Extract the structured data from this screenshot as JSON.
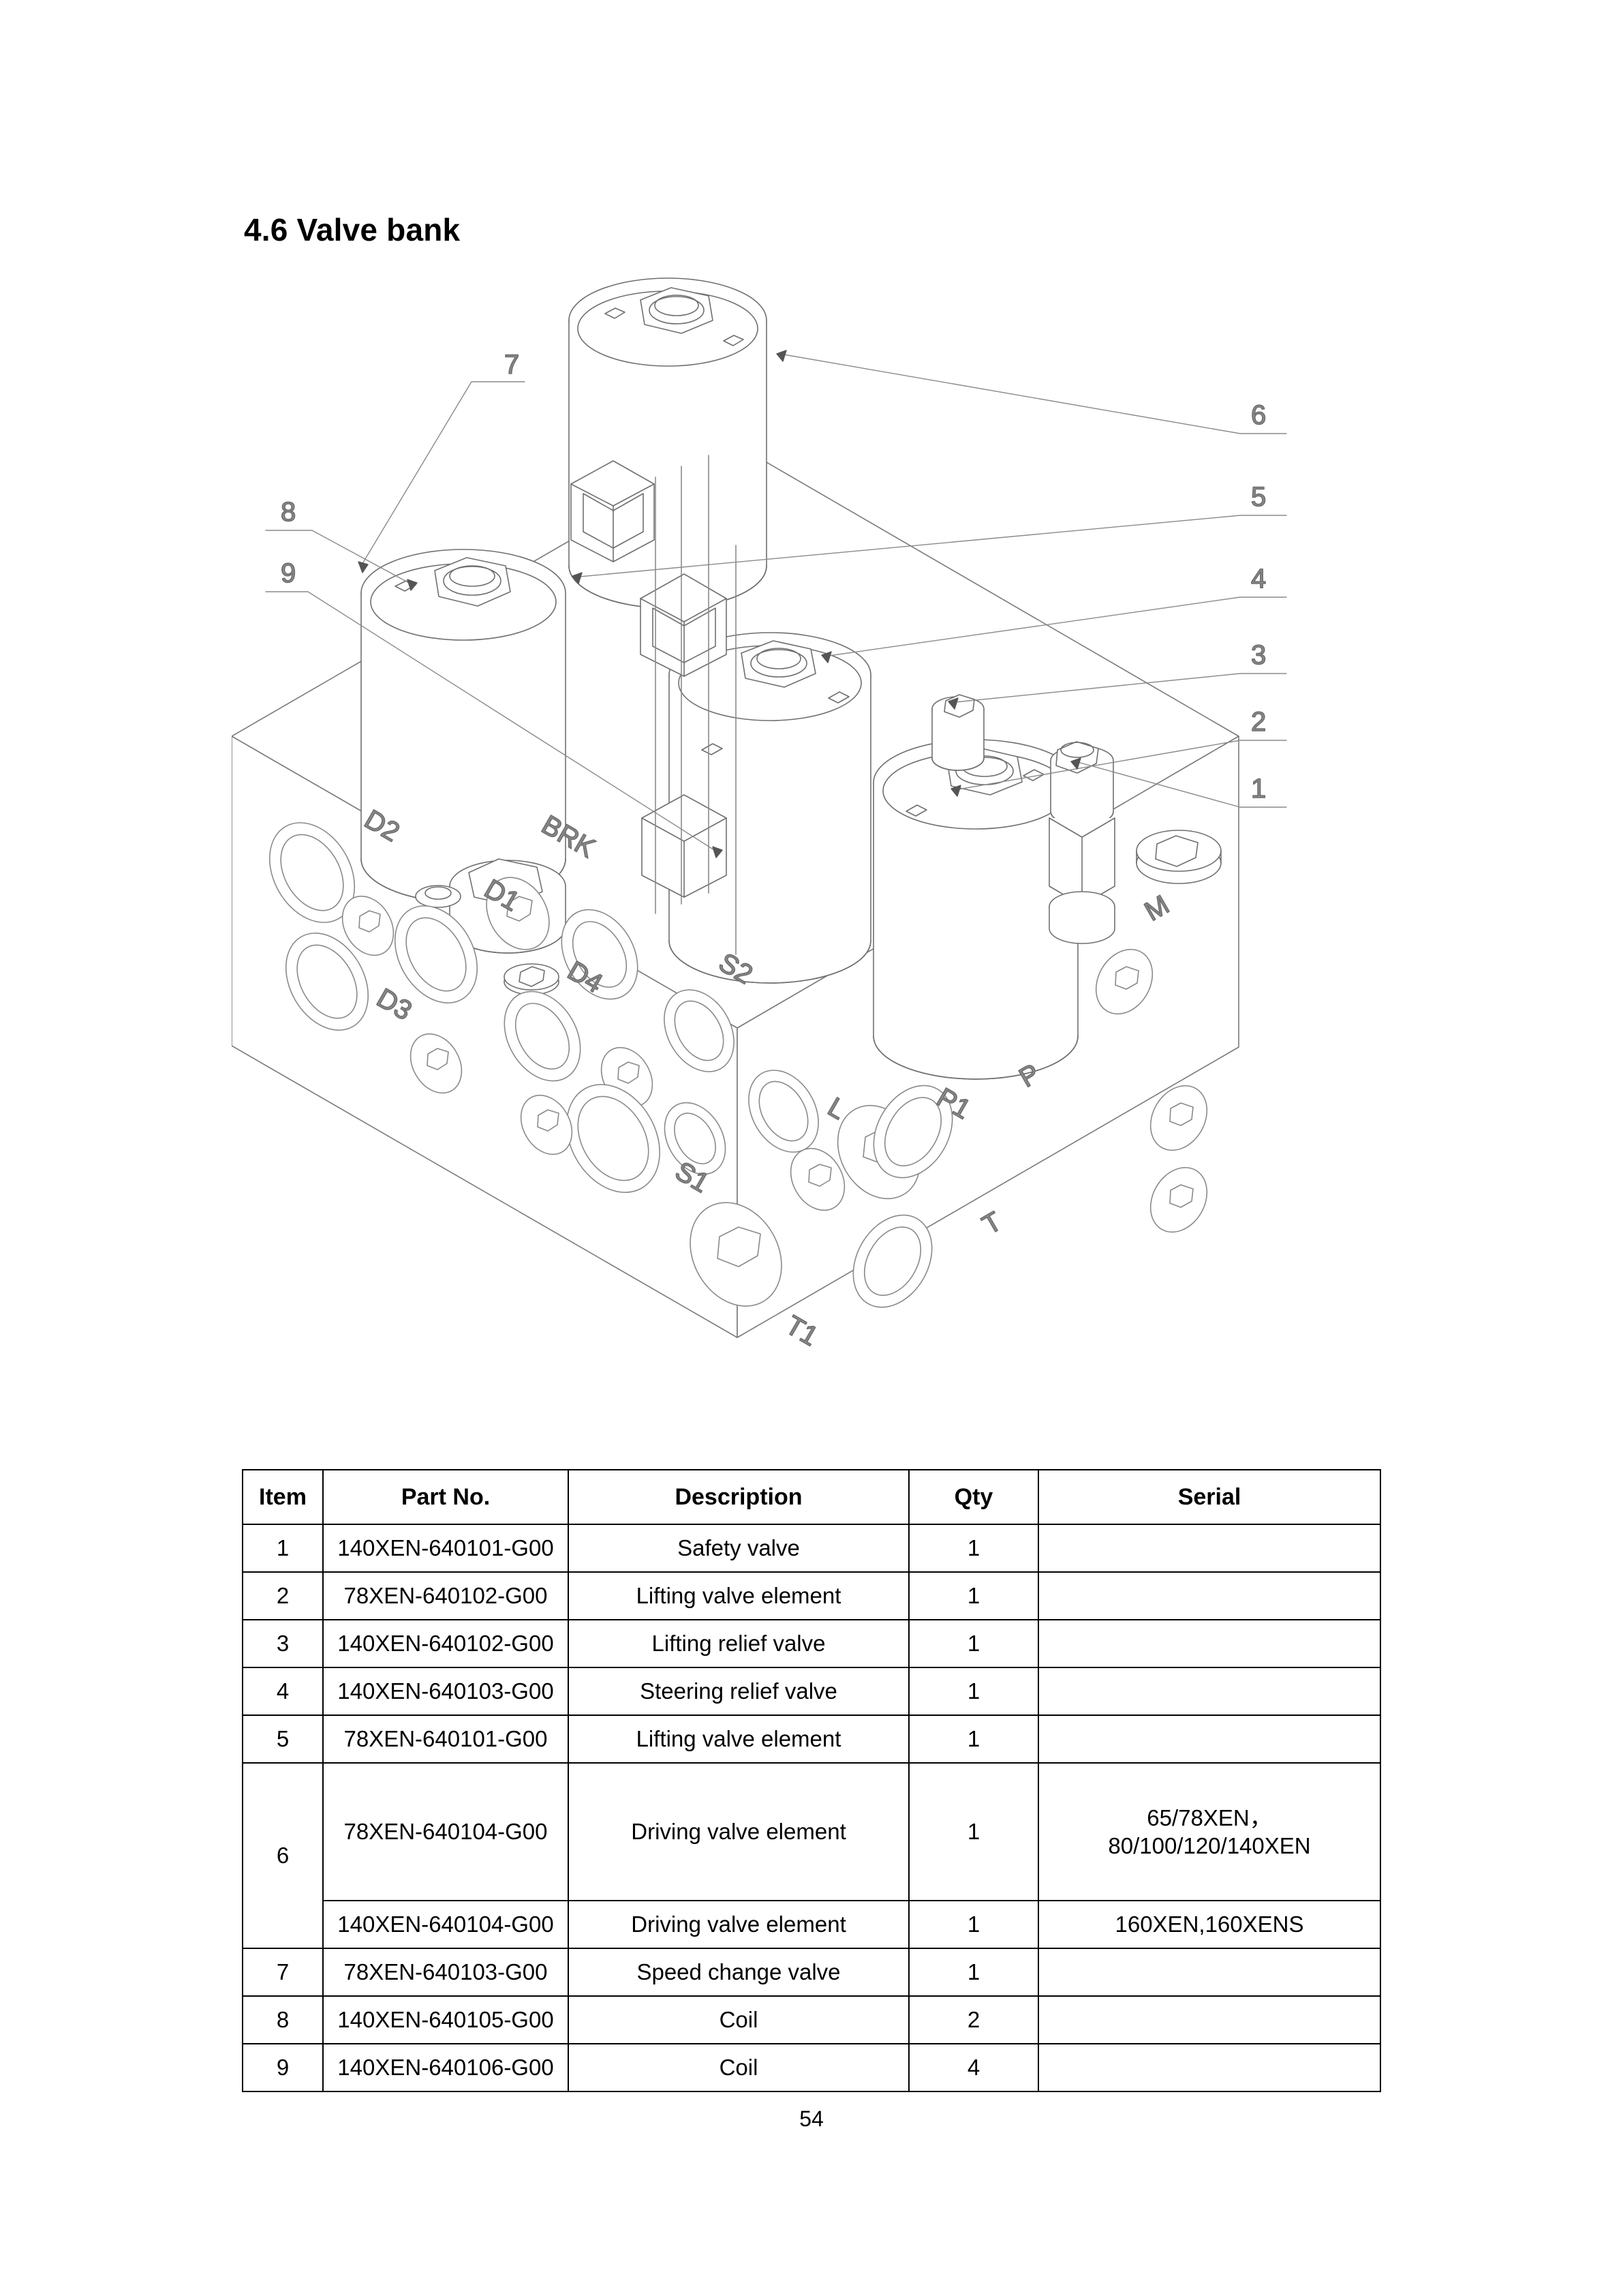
{
  "page": {
    "title": "4.6 Valve bank",
    "footer_page_number": "54"
  },
  "figure": {
    "caption": "",
    "callouts": [
      {
        "id": "callout-7",
        "label": "7"
      },
      {
        "id": "callout-8",
        "label": "8"
      },
      {
        "id": "callout-9",
        "label": "9"
      },
      {
        "id": "callout-6",
        "label": "6"
      },
      {
        "id": "callout-5",
        "label": "5"
      },
      {
        "id": "callout-4",
        "label": "4"
      },
      {
        "id": "callout-3",
        "label": "3"
      },
      {
        "id": "callout-2",
        "label": "2"
      },
      {
        "id": "callout-1",
        "label": "1"
      }
    ],
    "port_labels": [
      {
        "id": "port-d2",
        "label": "D2"
      },
      {
        "id": "port-d1",
        "label": "D1"
      },
      {
        "id": "port-d3",
        "label": "D3"
      },
      {
        "id": "port-d4",
        "label": "D4"
      },
      {
        "id": "port-brk",
        "label": "BRK"
      },
      {
        "id": "port-s2",
        "label": "S2"
      },
      {
        "id": "port-s1",
        "label": "S1"
      },
      {
        "id": "port-l",
        "label": "L"
      },
      {
        "id": "port-p1",
        "label": "P1"
      },
      {
        "id": "port-t1",
        "label": "T1"
      },
      {
        "id": "port-p",
        "label": "P"
      },
      {
        "id": "port-t",
        "label": "T"
      },
      {
        "id": "port-m",
        "label": "M"
      }
    ]
  },
  "table": {
    "headers": [
      "Item",
      "Part No.",
      "Description",
      "Qty",
      "Serial"
    ],
    "rows": [
      {
        "item": "1",
        "part_no": "140XEN-640101-G00",
        "description": "Safety valve",
        "qty": "1",
        "serial": ""
      },
      {
        "item": "2",
        "part_no": "78XEN-640102-G00",
        "description": "Lifting valve element",
        "qty": "1",
        "serial": ""
      },
      {
        "item": "3",
        "part_no": "140XEN-640102-G00",
        "description": "Lifting relief valve",
        "qty": "1",
        "serial": ""
      },
      {
        "item": "4",
        "part_no": "140XEN-640103-G00",
        "description": "Steering relief valve",
        "qty": "1",
        "serial": ""
      },
      {
        "item": "5",
        "part_no": "78XEN-640101-G00",
        "description": "Lifting valve element",
        "qty": "1",
        "serial": ""
      },
      {
        "item": "6",
        "part_no": "78XEN-640104-G00",
        "description": "Driving valve element",
        "qty": "1",
        "serial": "65/78XEN，80/100/120/140XEN",
        "rowspan": 2
      },
      {
        "item": "",
        "part_no": "140XEN-640104-G00",
        "description": "Driving valve element",
        "qty": "1",
        "serial": "160XEN,160XENS"
      },
      {
        "item": "7",
        "part_no": "78XEN-640103-G00",
        "description": "Speed change valve",
        "qty": "1",
        "serial": ""
      },
      {
        "item": "8",
        "part_no": "140XEN-640105-G00",
        "description": "Coil",
        "qty": "2",
        "serial": ""
      },
      {
        "item": "9",
        "part_no": "140XEN-640106-G00",
        "description": "Coil",
        "qty": "4",
        "serial": ""
      }
    ],
    "serial_row6_line1": "65/78XEN，",
    "serial_row6_line2": "80/100/120/140XEN"
  }
}
